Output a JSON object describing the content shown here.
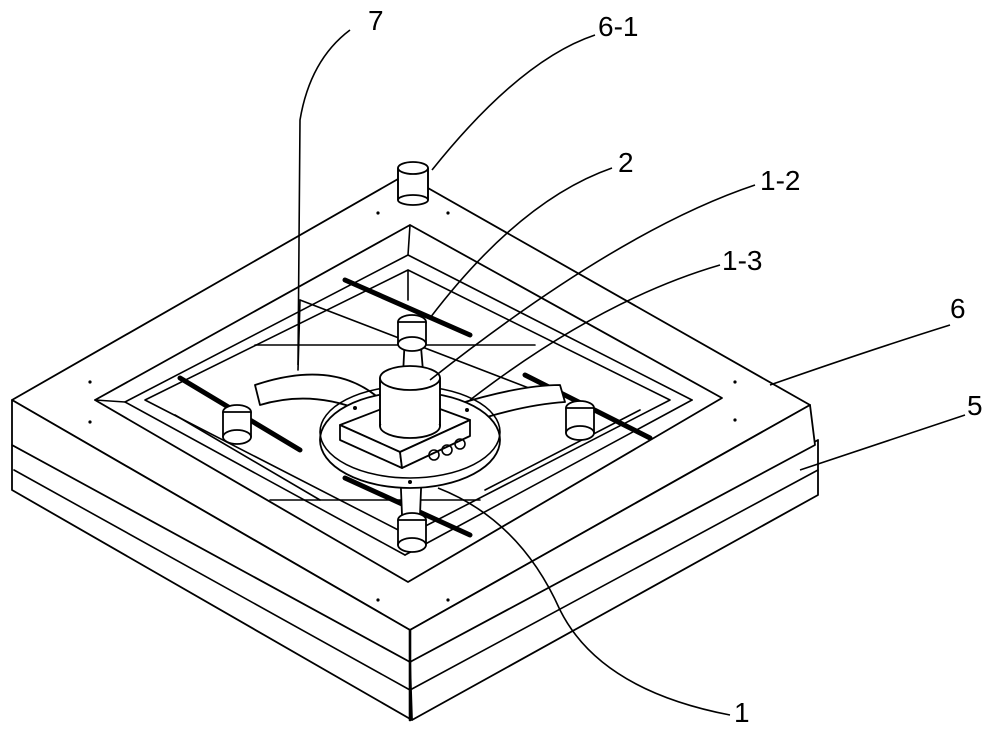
{
  "labels": {
    "l7": "7",
    "l6_1": "6-1",
    "l2": "2",
    "l1_2": "1-2",
    "l1_3": "1-3",
    "l6": "6",
    "l5": "5",
    "l1": "1"
  }
}
